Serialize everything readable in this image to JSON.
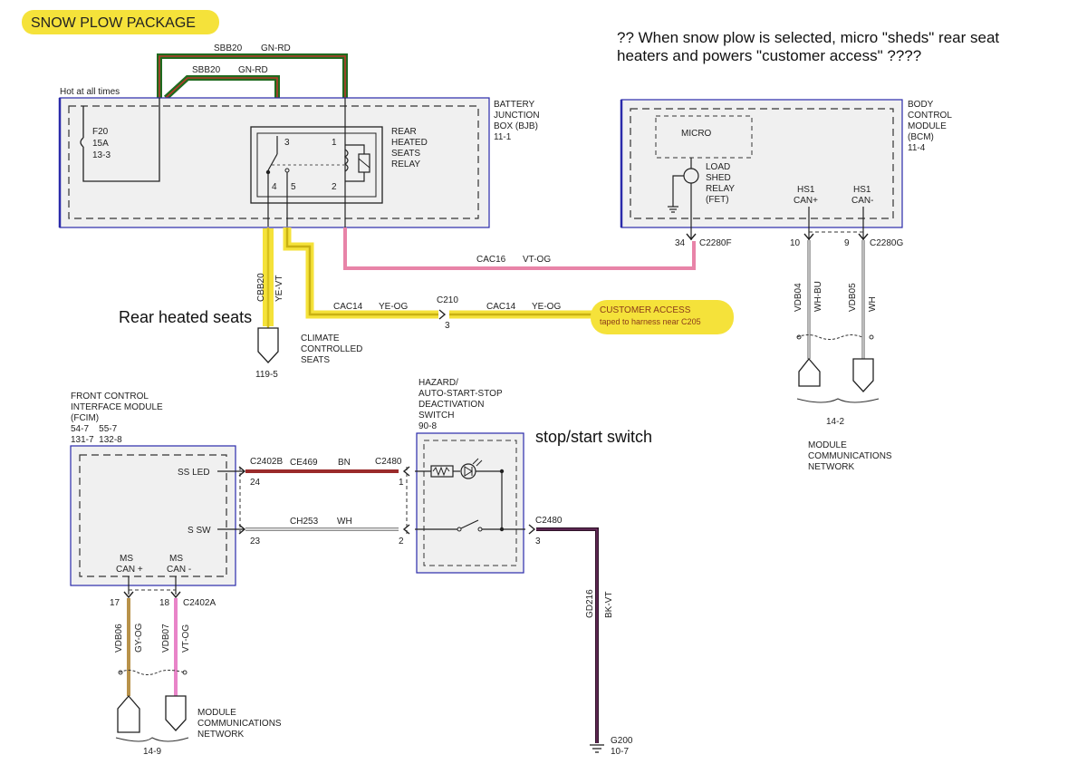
{
  "header": {
    "title": "SNOW PLOW PACKAGE"
  },
  "annotations": {
    "question_line1": "?? When snow plow is selected, micro \"sheds\" rear seat",
    "question_line2": "heaters and powers \"customer access\" ????",
    "rear_heated_seats": "Rear heated seats",
    "stop_start_switch": "stop/start switch"
  },
  "colors": {
    "gn_rd_green": "#1f6b1f",
    "gn_rd_red": "#b83a2a",
    "ye_og": "#d8c21c",
    "vt_og": "#e884a8",
    "bn": "#9a2a2a",
    "gy_og": "#b8924a",
    "bk_vt": "#2e1228",
    "highlight": "#f5e23a",
    "box_blue": "#2a2aaa"
  },
  "bjb": {
    "hot_label": "Hot at all times",
    "fuse": [
      "F20",
      "15A",
      "13-3"
    ],
    "name": [
      "BATTERY",
      "JUNCTION",
      "BOX (BJB)",
      "11-1"
    ],
    "relay_name": [
      "REAR",
      "HEATED",
      "SEATS",
      "RELAY"
    ],
    "pins": [
      "1",
      "2",
      "3",
      "4",
      "5"
    ]
  },
  "bcm": {
    "name": [
      "BODY",
      "CONTROL",
      "MODULE",
      "(BCM)",
      "11-4"
    ],
    "micro": "MICRO",
    "load_shed": [
      "LOAD",
      "SHED",
      "RELAY",
      "(FET)"
    ],
    "hs1_can_plus": [
      "HS1",
      "CAN+"
    ],
    "hs1_can_minus": [
      "HS1",
      "CAN-"
    ]
  },
  "fcim": {
    "name": [
      "FRONT CONTROL",
      "INTERFACE MODULE",
      "(FCIM)",
      "54-7    55-7",
      "131-7  132-8"
    ],
    "ss_led": "SS LED",
    "s_sw": "S SW",
    "ms_can_plus": [
      "MS",
      "CAN +"
    ],
    "ms_can_minus": [
      "MS",
      "CAN -"
    ]
  },
  "hazard": {
    "name": [
      "HAZARD/",
      "AUTO-START-STOP",
      "DEACTIVATION",
      "SWITCH",
      "90-8"
    ]
  },
  "wires": {
    "sbb20_outer": {
      "circuit": "SBB20",
      "color": "GN-RD"
    },
    "sbb20_inner": {
      "circuit": "SBB20",
      "color": "GN-RD"
    },
    "cac16": {
      "circuit": "CAC16",
      "color": "VT-OG"
    },
    "cac14_a": {
      "circuit": "CAC14",
      "color": "YE-OG"
    },
    "cac14_b": {
      "circuit": "CAC14",
      "color": "YE-OG"
    },
    "cbb20": {
      "circuit": "CBB20",
      "color": "YE-VT"
    },
    "vdb04": {
      "circuit": "VDB04",
      "color": "WH-BU"
    },
    "vdb05": {
      "circuit": "VDB05",
      "color": "WH"
    },
    "ce469": {
      "circuit": "CE469",
      "color": "BN"
    },
    "ch253": {
      "circuit": "CH253",
      "color": "WH"
    },
    "gd216": {
      "circuit": "GD216",
      "color": "BK-VT"
    },
    "vdb06": {
      "circuit": "VDB06",
      "color": "GY-OG"
    },
    "vdb07": {
      "circuit": "VDB07",
      "color": "VT-OG"
    }
  },
  "connectors": {
    "c2280f": {
      "name": "C2280F",
      "pin": "34"
    },
    "c2280g": {
      "name": "C2280G",
      "pin_a": "10",
      "pin_b": "9"
    },
    "c210": {
      "name": "C210",
      "pin": "3"
    },
    "c2402b": {
      "name": "C2402B",
      "pin_a": "24",
      "pin_b": "23"
    },
    "c2480_a": {
      "name": "C2480",
      "pin": "1"
    },
    "c2480_b": {
      "pin": "2"
    },
    "c2480_c": {
      "name": "C2480",
      "pin": "3"
    },
    "c2402a": {
      "name": "C2402A",
      "pin_a": "17",
      "pin_b": "18"
    },
    "g200": {
      "name": "G200",
      "ref": "10-7"
    }
  },
  "customer_access": {
    "title": "CUSTOMER ACCESS",
    "note": "taped to harness near C205"
  },
  "climate": {
    "name": [
      "CLIMATE",
      "CONTROLLED",
      "SEATS"
    ],
    "ref": "119-5"
  },
  "network_right": {
    "ref": "14-2",
    "name": [
      "MODULE",
      "COMMUNICATIONS",
      "NETWORK"
    ]
  },
  "network_left": {
    "ref": "14-9",
    "name": [
      "MODULE",
      "COMMUNICATIONS",
      "NETWORK"
    ]
  }
}
